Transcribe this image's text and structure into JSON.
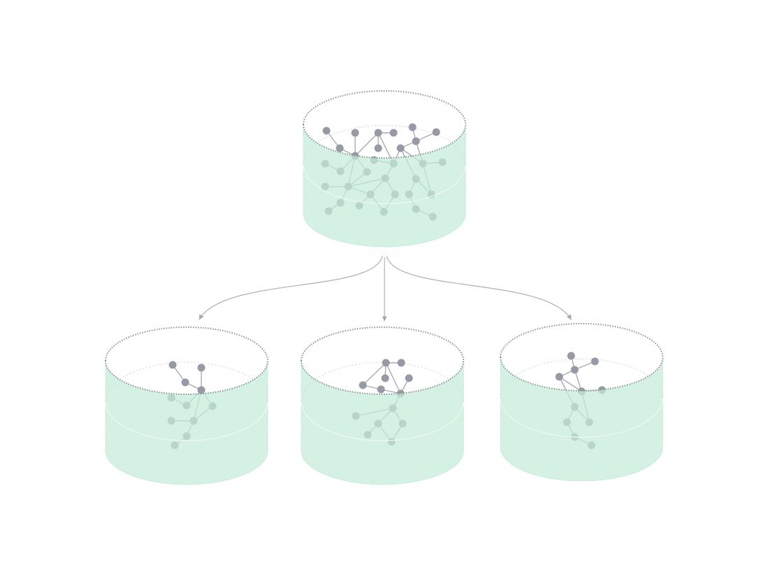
{
  "diagram": {
    "colors": {
      "fill": "#c5ebd9",
      "node": "#969aa5",
      "edge": "#a9abb3",
      "rim": "#8f9198",
      "arrow": "#a6a6a6"
    },
    "source": {
      "edges": [
        [
          0,
          6
        ],
        [
          6,
          10
        ],
        [
          1,
          10
        ],
        [
          10,
          2
        ],
        [
          2,
          3
        ],
        [
          2,
          7
        ],
        [
          2,
          12
        ],
        [
          4,
          9
        ],
        [
          9,
          5
        ],
        [
          9,
          8
        ],
        [
          8,
          12
        ],
        [
          8,
          13
        ],
        [
          9,
          13
        ],
        [
          8,
          19
        ],
        [
          13,
          14
        ],
        [
          13,
          25
        ],
        [
          19,
          25
        ],
        [
          19,
          24
        ],
        [
          24,
          30
        ],
        [
          30,
          31
        ],
        [
          10,
          16
        ],
        [
          16,
          15
        ],
        [
          10,
          17
        ],
        [
          10,
          21
        ],
        [
          11,
          12
        ],
        [
          12,
          18
        ],
        [
          18,
          21
        ],
        [
          18,
          22
        ],
        [
          18,
          23
        ],
        [
          23,
          29
        ],
        [
          29,
          22
        ],
        [
          22,
          27
        ],
        [
          21,
          20
        ],
        [
          21,
          22
        ],
        [
          17,
          21
        ],
        [
          21,
          26
        ],
        [
          26,
          28
        ]
      ]
    },
    "partitions": [
      {
        "edges": [
          [
            0,
            2
          ],
          [
            2,
            3
          ],
          [
            1,
            3
          ],
          [
            3,
            5
          ],
          [
            5,
            4
          ],
          [
            3,
            6
          ],
          [
            3,
            8
          ],
          [
            8,
            6
          ],
          [
            8,
            7
          ],
          [
            8,
            9
          ],
          [
            9,
            10
          ]
        ]
      },
      {
        "edges": [
          [
            0,
            1
          ],
          [
            0,
            2
          ],
          [
            0,
            4
          ],
          [
            0,
            6
          ],
          [
            4,
            5
          ],
          [
            5,
            6
          ],
          [
            3,
            6
          ],
          [
            6,
            7
          ],
          [
            7,
            8
          ],
          [
            7,
            9
          ],
          [
            7,
            10
          ],
          [
            9,
            11
          ],
          [
            9,
            12
          ],
          [
            10,
            12
          ]
        ]
      },
      {
        "edges": [
          [
            0,
            2
          ],
          [
            2,
            1
          ],
          [
            2,
            3
          ],
          [
            2,
            4
          ],
          [
            3,
            4
          ],
          [
            3,
            6
          ],
          [
            4,
            5
          ],
          [
            4,
            8
          ],
          [
            6,
            8
          ],
          [
            6,
            7
          ],
          [
            7,
            9
          ],
          [
            9,
            10
          ]
        ]
      }
    ]
  }
}
